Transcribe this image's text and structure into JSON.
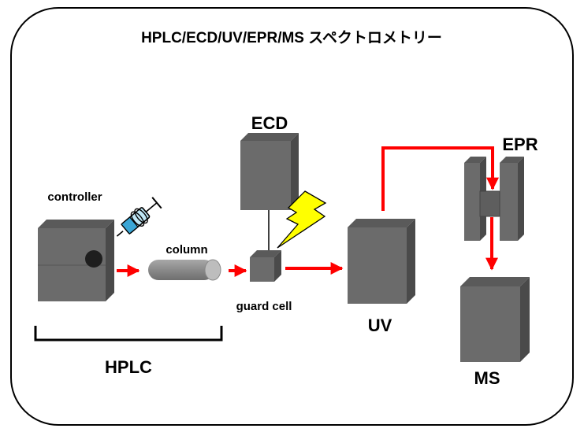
{
  "title": "HPLC/ECD/UV/EPR/MS スペクトロメトリー",
  "labels": {
    "ecd": "ECD",
    "epr": "EPR",
    "controller": "controller",
    "column": "column",
    "guard_cell": "guard cell",
    "uv": "UV",
    "ms": "MS",
    "hplc": "HPLC"
  },
  "colors": {
    "box": "#6b6b6b",
    "box_top": "#555555",
    "box_side": "#4a4a4a",
    "arrow": "#ff0000",
    "lightning": "#ffff00",
    "column": "#8c8c8c"
  },
  "icons": [
    "syringe-icon",
    "lightning-icon"
  ]
}
